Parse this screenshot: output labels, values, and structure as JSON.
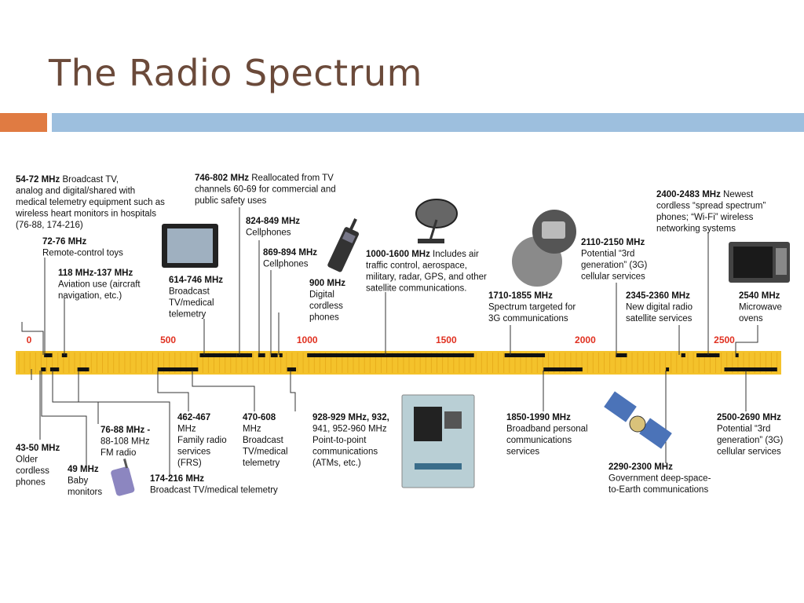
{
  "title": "The Radio Spectrum",
  "colors": {
    "title": "#6b4a3a",
    "accent_orange": "#e07b42",
    "accent_blue": "#9dbfde",
    "band_yellow": "#f4c22b",
    "segment": "#111111",
    "tick_red": "#e03020"
  },
  "axis": {
    "ticks": [
      "0",
      "500",
      "1000",
      "1500",
      "2000",
      "2500"
    ],
    "min": 0,
    "max": 2700
  },
  "segments": [
    {
      "from": 43,
      "to": 50,
      "row": "bottom"
    },
    {
      "from": 49,
      "to": 49,
      "row": "bottom"
    },
    {
      "from": 54,
      "to": 72,
      "row": "top"
    },
    {
      "from": 72,
      "to": 76,
      "row": "top"
    },
    {
      "from": 76,
      "to": 108,
      "row": "bottom"
    },
    {
      "from": 118,
      "to": 137,
      "row": "top"
    },
    {
      "from": 174,
      "to": 216,
      "row": "bottom"
    },
    {
      "from": 462,
      "to": 467,
      "row": "bottom"
    },
    {
      "from": 470,
      "to": 608,
      "row": "bottom"
    },
    {
      "from": 614,
      "to": 746,
      "row": "top"
    },
    {
      "from": 746,
      "to": 802,
      "row": "top"
    },
    {
      "from": 824,
      "to": 849,
      "row": "top"
    },
    {
      "from": 869,
      "to": 894,
      "row": "top"
    },
    {
      "from": 900,
      "to": 900,
      "row": "top"
    },
    {
      "from": 928,
      "to": 960,
      "row": "bottom"
    },
    {
      "from": 1000,
      "to": 1600,
      "row": "top"
    },
    {
      "from": 1710,
      "to": 1855,
      "row": "top"
    },
    {
      "from": 1850,
      "to": 1990,
      "row": "bottom"
    },
    {
      "from": 2110,
      "to": 2150,
      "row": "top"
    },
    {
      "from": 2290,
      "to": 2300,
      "row": "bottom"
    },
    {
      "from": 2345,
      "to": 2360,
      "row": "top"
    },
    {
      "from": 2400,
      "to": 2483,
      "row": "top"
    },
    {
      "from": 2500,
      "to": 2690,
      "row": "bottom"
    },
    {
      "from": 2540,
      "to": 2540,
      "row": "top"
    }
  ],
  "labels": {
    "l54": {
      "bold": "54-72 MHz",
      "lines": [
        " Broadcast TV,",
        "analog and digital/shared with",
        "medical telemetry equipment such as",
        "wireless heart monitors in hospitals",
        "(76-88, 174-216)"
      ]
    },
    "l72": {
      "bold": "72-76 MHz",
      "lines": [
        "Remote-control toys"
      ]
    },
    "l118": {
      "bold": "118 MHz-137 MHz",
      "lines": [
        "Aviation use (aircraft",
        "navigation, etc.)"
      ]
    },
    "l746": {
      "bold": "746-802 MHz",
      "lines": [
        " Reallocated from TV",
        "channels 60-69 for commercial and",
        "public safety uses"
      ]
    },
    "l614": {
      "bold": "614-746 MHz",
      "lines": [
        "Broadcast",
        "TV/medical",
        "telemetry"
      ]
    },
    "l824": {
      "bold": "824-849 MHz",
      "lines": [
        "Cellphones"
      ]
    },
    "l869": {
      "bold": "869-894 MHz",
      "lines": [
        "Cellphones"
      ]
    },
    "l900": {
      "bold": "900 MHz",
      "lines": [
        "Digital",
        "cordless",
        "phones"
      ]
    },
    "l1000": {
      "bold": "1000-1600 MHz",
      "lines": [
        " Includes air",
        "traffic control, aerospace,",
        "military, radar, GPS, and other",
        "satellite communications."
      ]
    },
    "l1710": {
      "bold": "1710-1855 MHz",
      "lines": [
        "Spectrum targeted for",
        "3G communications"
      ]
    },
    "l2110": {
      "bold": "2110-2150 MHz",
      "lines": [
        "Potential “3rd",
        "generation” (3G)",
        "cellular services"
      ]
    },
    "l2400": {
      "bold": "2400-2483 MHz",
      "lines": [
        " Newest",
        "cordless “spread spectrum”",
        "phones; “Wi-Fi” wireless",
        "networking systems"
      ]
    },
    "l2345": {
      "bold": "2345-2360 MHz",
      "lines": [
        "New digital radio",
        "satellite services"
      ]
    },
    "l2540": {
      "bold": "2540 MHz",
      "lines": [
        "Microwave",
        "ovens"
      ]
    },
    "l43": {
      "bold": "43-50 MHz",
      "lines": [
        "Older",
        "cordless",
        "phones"
      ]
    },
    "l49": {
      "bold": "49 MHz",
      "lines": [
        "Baby",
        "monitors"
      ]
    },
    "l76": {
      "bold": "76-88 MHz -",
      "lines": [
        "88-108 MHz",
        "FM radio"
      ]
    },
    "l174": {
      "bold": "174-216 MHz",
      "lines": [
        "Broadcast TV/medical telemetry"
      ]
    },
    "l462": {
      "bold": "462-467",
      "lines": [
        "MHz",
        "Family radio",
        "services",
        "(FRS)"
      ]
    },
    "l470": {
      "bold": "470-608",
      "lines": [
        "MHz",
        "Broadcast",
        "TV/medical",
        "telemetry"
      ]
    },
    "l928": {
      "bold": "928-929 MHz, 932,",
      "lines": [
        "941, 952-960 MHz",
        "Point-to-point",
        "communications",
        "(ATMs, etc.)"
      ]
    },
    "l1850": {
      "bold": "1850-1990 MHz",
      "lines": [
        "Broadband personal",
        "communications",
        "services"
      ]
    },
    "l2290": {
      "bold": "2290-2300 MHz",
      "lines": [
        "Government deep-space-",
        "to-Earth communications"
      ]
    },
    "l2500": {
      "bold": "2500-2690 MHz",
      "lines": [
        "Potential “3rd",
        "generation” (3G)",
        "cellular services"
      ]
    }
  }
}
